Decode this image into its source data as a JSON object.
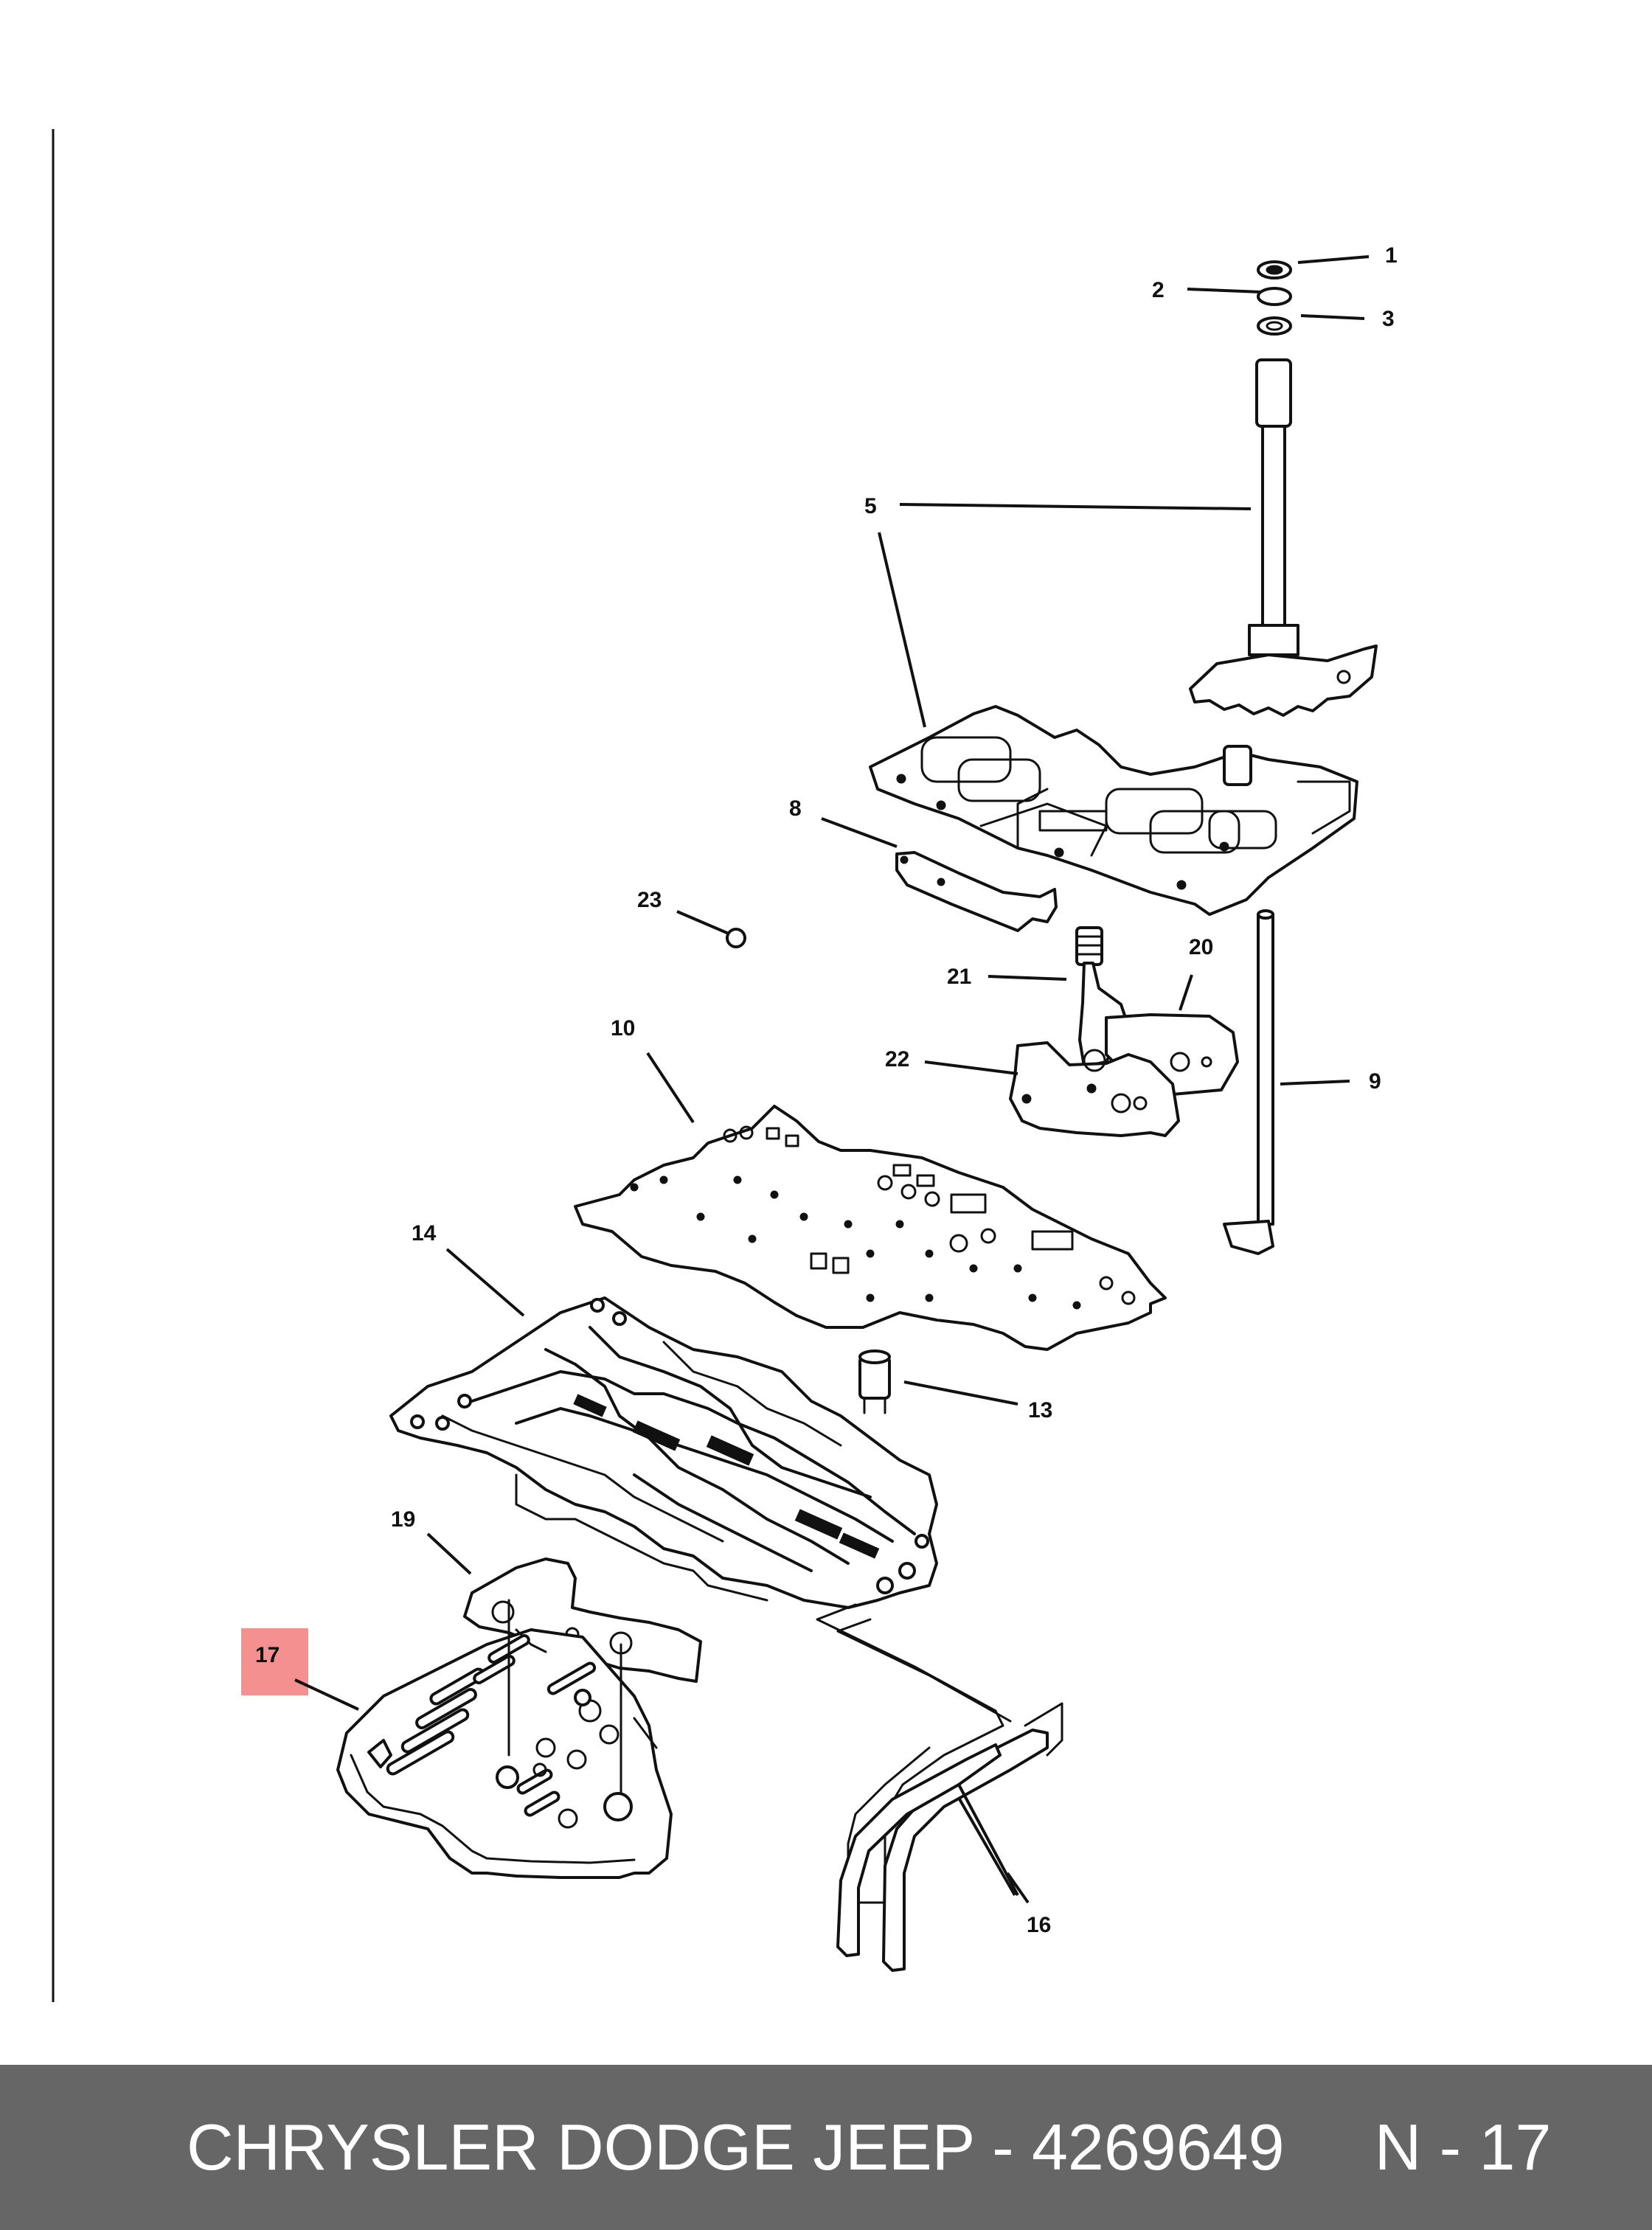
{
  "callouts": {
    "c1": "1",
    "c2": "2",
    "c3": "3",
    "c5": "5",
    "c8": "8",
    "c9": "9",
    "c10": "10",
    "c13": "13",
    "c14": "14",
    "c16": "16",
    "c17": "17",
    "c19": "19",
    "c20": "20",
    "c21": "21",
    "c22": "22",
    "c23": "23"
  },
  "highlight_color": "#f49090",
  "footer": {
    "brand": "CHRYSLER DODGE JEEP",
    "separator": "-",
    "part_number": "4269649",
    "code": "N - 17"
  }
}
